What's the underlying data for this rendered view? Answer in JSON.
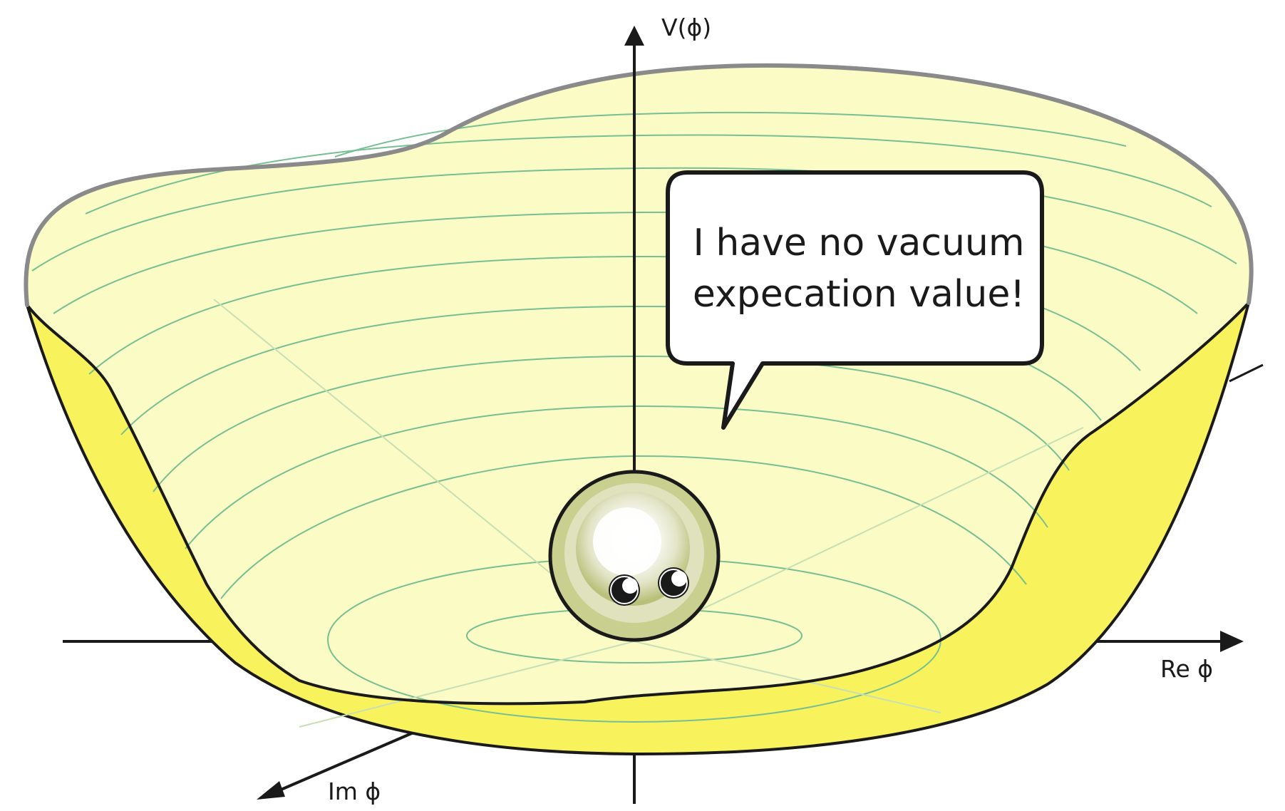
{
  "axes": {
    "vertical_label": "V(ϕ)",
    "real_label": "Re ϕ",
    "imaginary_label": "Im ϕ"
  },
  "speech_bubble": {
    "line1": "I have no vacuum",
    "line2": "expecation value!"
  },
  "colors": {
    "bowl_inner": "#fbfbc6",
    "bowl_side": "#f8f35c",
    "contour": "#77bf92",
    "rim": "#8a8a8a",
    "outline": "#1a1a1a",
    "ball_ring": "#c9cf8e",
    "ball_core": "#ffffff"
  },
  "icons": {
    "ball": "smiling-ball-character",
    "eyes": "cartoon-eyes"
  }
}
